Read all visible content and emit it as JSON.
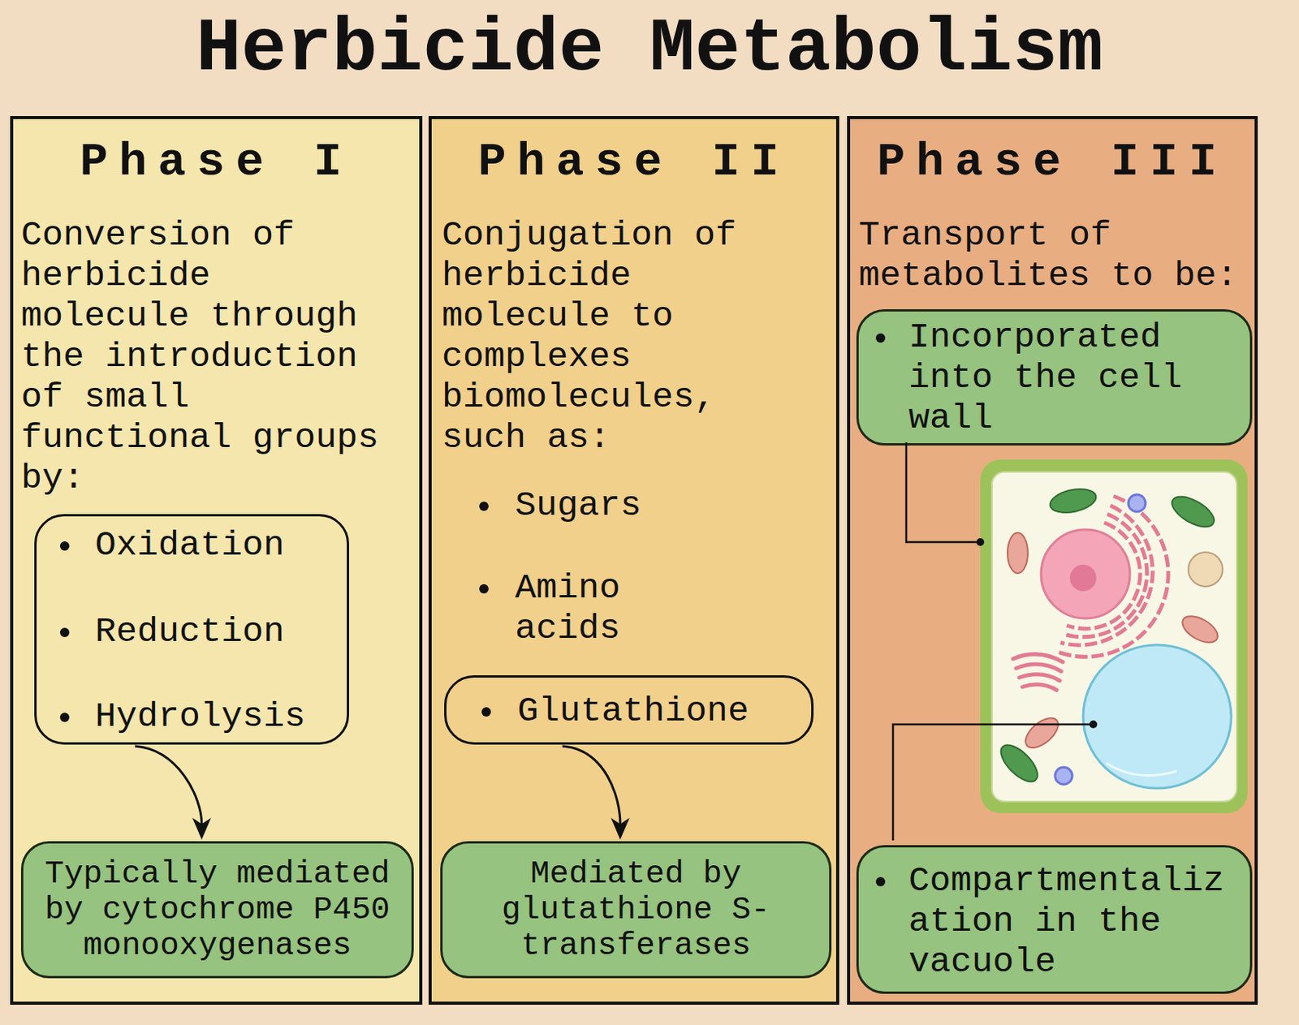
{
  "diagram": {
    "title": "Herbicide Metabolism",
    "nodes": [
      {
        "text": [
          "Phase I",
          "Conversion of herbicide molecule through the introduction of small functional groups by:"
        ]
      },
      {
        "text": [
          "Oxidation",
          "Reduction",
          "Hydrolysis"
        ],
        "in": 0
      },
      {
        "text": [
          "Typically mediated by cytochrome P450 monooxygenases"
        ],
        "in": 0
      },
      {
        "text": [
          "Phase II",
          "Conjugation of herbicide molecule to complexes biomolecules, such as:",
          "Sugars",
          "Amino acids"
        ]
      },
      {
        "text": [
          "Glutathione"
        ],
        "in": 3
      },
      {
        "text": [
          "Mediated by glutathione S-transferases"
        ],
        "in": 3
      },
      {
        "text": [
          "Phase III",
          "Transport of metabolites to be:"
        ]
      },
      {
        "text": [
          "Incorporated into the cell wall"
        ],
        "in": 6
      },
      {
        "text": [
          "Compartmentalization in the vacuole"
        ],
        "in": 6
      }
    ],
    "edges": [
      {
        "from": 1,
        "to": 2,
        "arrow": "to"
      },
      {
        "from": 4,
        "to": 5,
        "arrow": "to"
      }
    ]
  }
}
